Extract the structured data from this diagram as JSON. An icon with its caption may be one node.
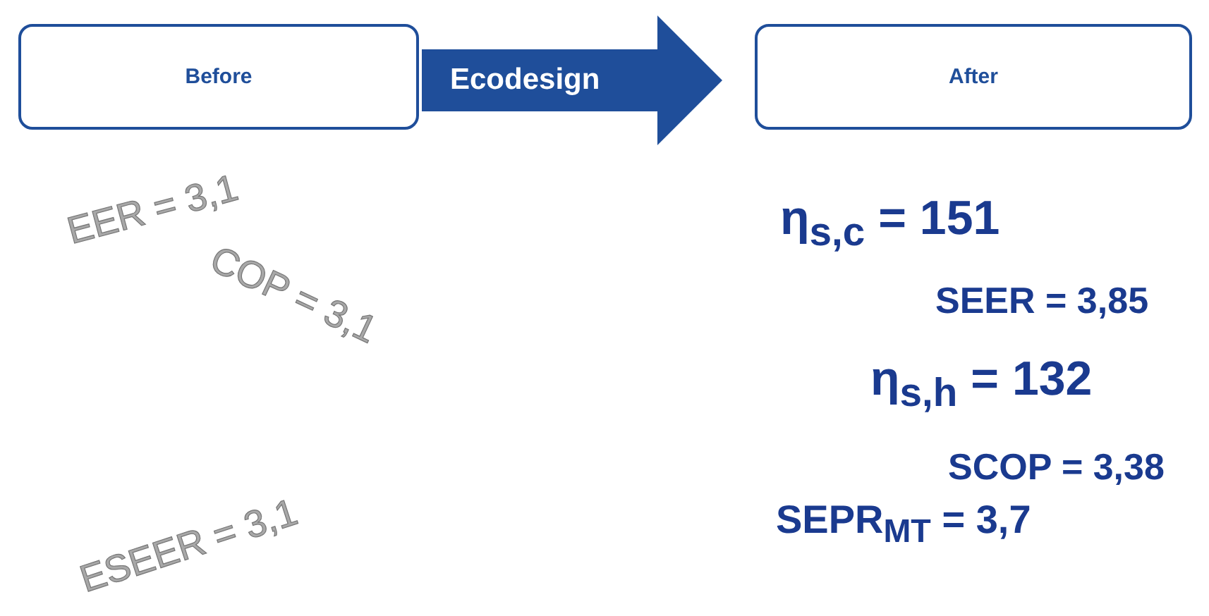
{
  "diagram": {
    "nodes": [
      {
        "text": [
          "Before"
        ]
      },
      {
        "text": [
          "After"
        ]
      }
    ],
    "edges": [
      {
        "from": 0,
        "to": 1,
        "arrow": "to",
        "label": "Ecodesign"
      }
    ],
    "labels": [
      "EER = 3,1",
      "COP = 3,1",
      "ESEER = 3,1",
      "η$_{s,c}$ = 151",
      "SEER = 3,85",
      "η$_{s,h}$ = 132",
      "SCOP = 3,38",
      "SEPR$_{MT}$ = 3,7"
    ]
  }
}
